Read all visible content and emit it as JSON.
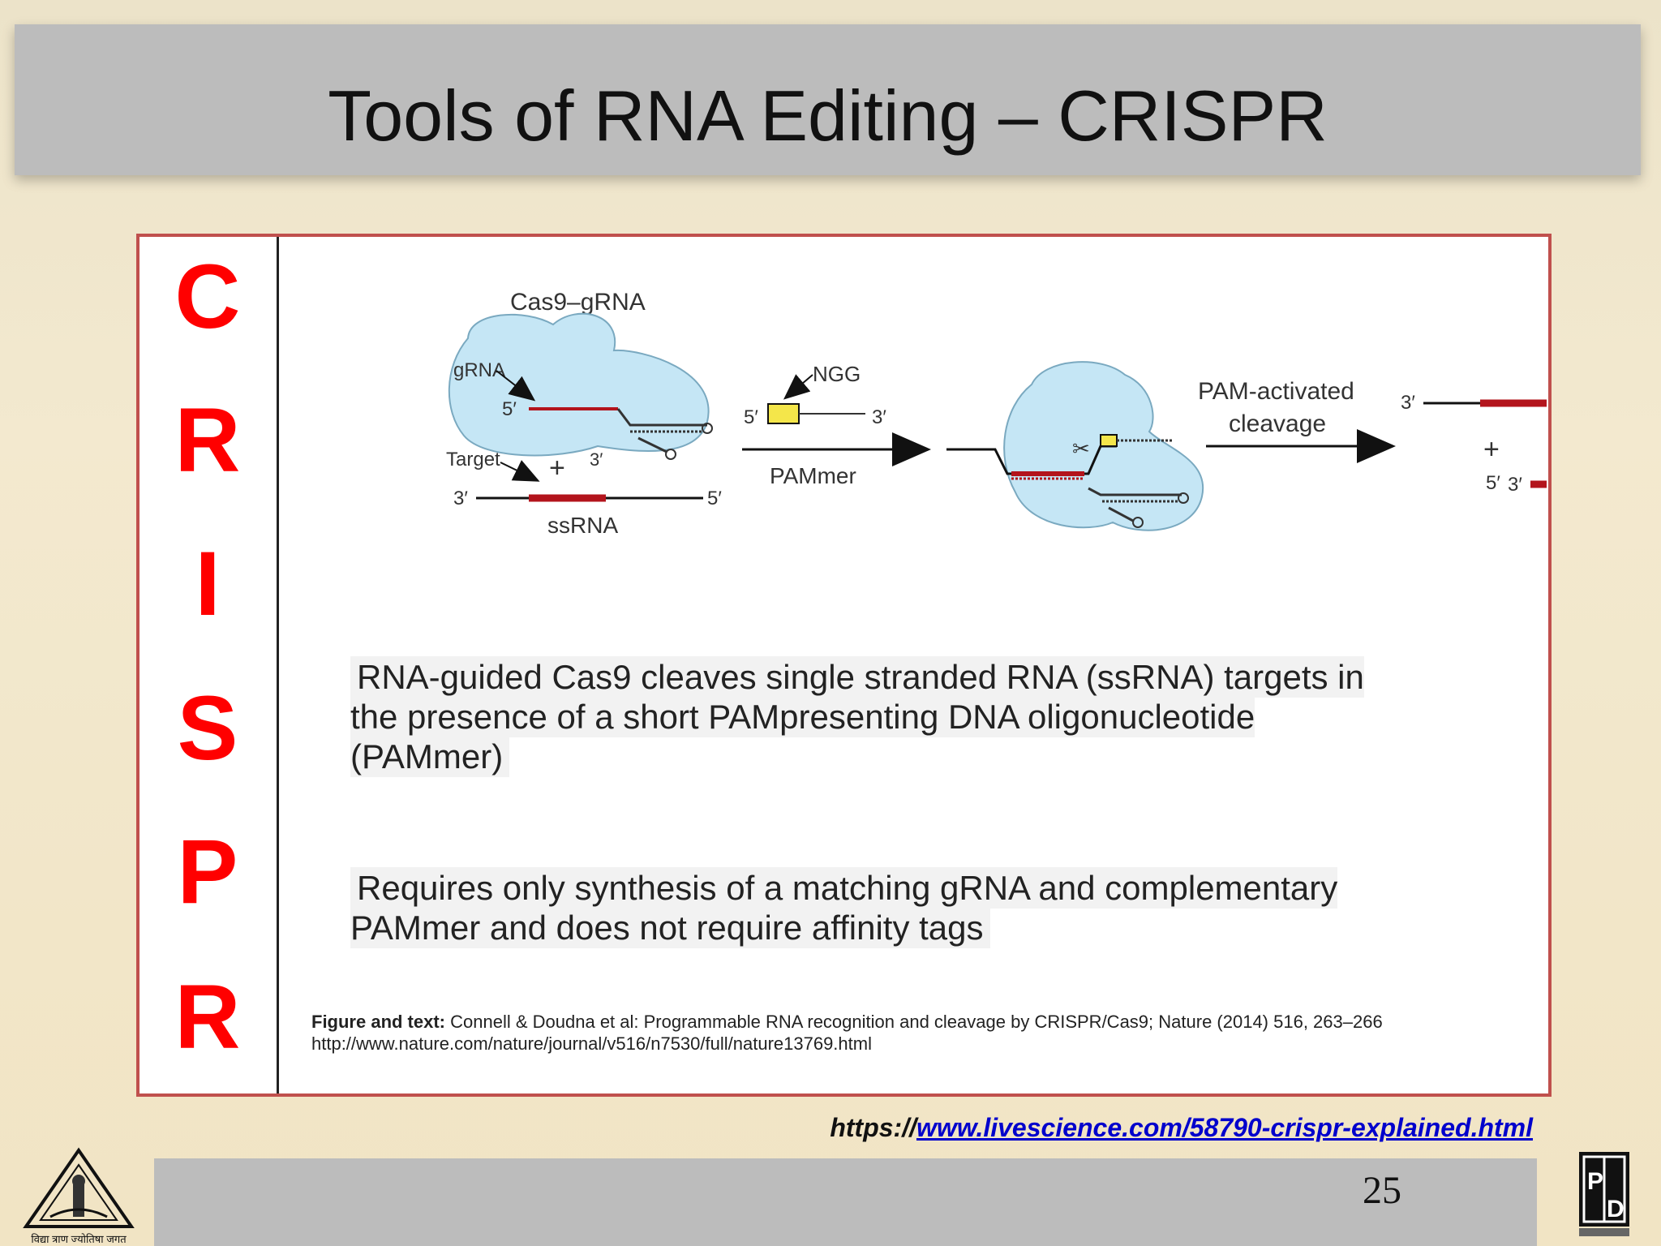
{
  "slide": {
    "title": "Tools of RNA Editing – CRISPR",
    "page_number": "25"
  },
  "crispr_letters": [
    "C",
    "R",
    "I",
    "S",
    "P",
    "R"
  ],
  "diagram": {
    "complex_label": "Cas9–gRNA",
    "grna_label": "gRNA",
    "target_label": "Target",
    "ssrna_label": "ssRNA",
    "ngg_label": "NGG",
    "pammer_label": "PAMmer",
    "cleavage_label_1": "PAM-activated",
    "cleavage_label_2": "cleavage",
    "five_prime": "5′",
    "three_prime": "3′",
    "plus": "+"
  },
  "paragraphs": {
    "p1": "RNA-guided Cas9 cleaves single stranded RNA (ssRNA) targets in the presence of a short PAMpresenting DNA oligonucleotide (PAMmer)",
    "p2": "Requires only synthesis of a matching gRNA and complementary PAMmer and does not require affinity tags"
  },
  "reference": {
    "label": "Figure and text:",
    "citation": "Connell & Doudna et al: Programmable RNA recognition and cleavage by CRISPR/Cas9; Nature (2014) 516, 263–266",
    "url": "http://www.nature.com/nature/journal/v516/n7530/full/nature13769.html"
  },
  "source_link": {
    "prefix": "https://",
    "link_text": "www.livescience.com/58790-crispr-explained.html"
  },
  "logos": {
    "left_caption": "विद्या त्राण ज्योतिषा जगत",
    "right_text": "PD"
  },
  "colors": {
    "crispr_red": "#ff0000",
    "box_border": "#c0504d",
    "strand_red": "#b3141c",
    "cas9_blue": "#c5e6f5",
    "pam_yellow": "#f4e64a",
    "link_blue": "#0000cc",
    "bar_gray": "#bcbcbc"
  }
}
